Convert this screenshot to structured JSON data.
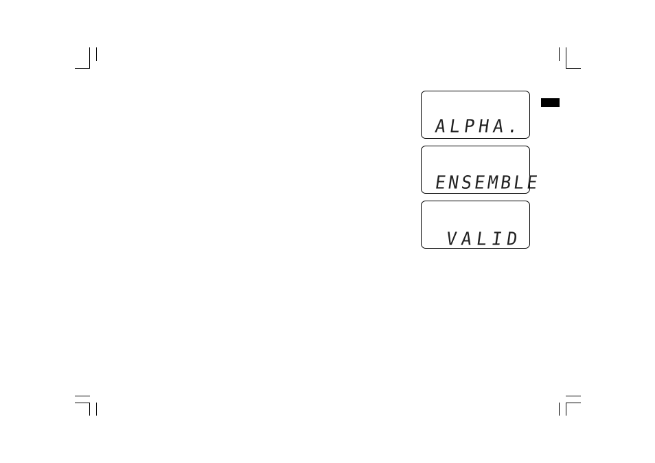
{
  "displays": [
    {
      "text": "ALPHA."
    },
    {
      "text": "ENSEMBLE"
    },
    {
      "text": "VALID"
    }
  ],
  "colors": {
    "ink": "#000000",
    "background": "#ffffff",
    "lcd_text": "#222222"
  }
}
